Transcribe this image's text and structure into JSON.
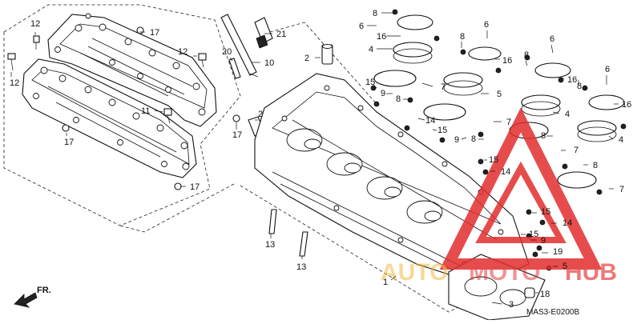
{
  "diagram": {
    "code": "MAS3-E0200B",
    "front_label": "FR.",
    "watermark": {
      "text_a": "AUTO",
      "text_b": "MOTO",
      "text_c": "HUB"
    },
    "colors": {
      "watermark_red": "#e32d2d",
      "watermark_gold": "#f2b233",
      "line": "#111111"
    },
    "callouts": [
      "1",
      "2",
      "3",
      "4",
      "5",
      "6",
      "7",
      "8",
      "9",
      "10",
      "11",
      "12",
      "13",
      "14",
      "15",
      "16",
      "17",
      "18",
      "19",
      "20",
      "21"
    ]
  }
}
